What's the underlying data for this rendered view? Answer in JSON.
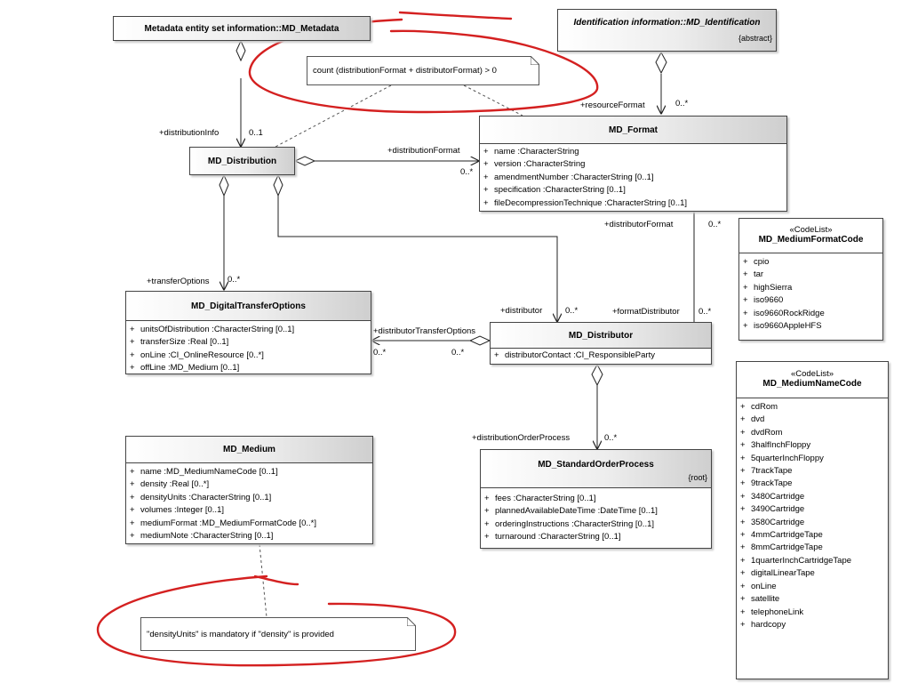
{
  "classes": {
    "md_metadata": {
      "name": "Metadata entity set information::MD_Metadata"
    },
    "md_identification": {
      "name": "Identification information::MD_Identification",
      "tag": "{abstract}"
    },
    "md_distribution": {
      "name": "MD_Distribution"
    },
    "md_format": {
      "name": "MD_Format",
      "attrs": [
        "name  :CharacterString",
        "version  :CharacterString",
        "amendmentNumber  :CharacterString [0..1]",
        "specification  :CharacterString [0..1]",
        "fileDecompressionTechnique  :CharacterString [0..1]"
      ]
    },
    "md_digital_transfer_options": {
      "name": "MD_DigitalTransferOptions",
      "attrs": [
        "unitsOfDistribution  :CharacterString [0..1]",
        "transferSize  :Real [0..1]",
        "onLine  :CI_OnlineResource [0..*]",
        "offLine  :MD_Medium [0..1]"
      ]
    },
    "md_distributor": {
      "name": "MD_Distributor",
      "attrs": [
        "distributorContact  :CI_ResponsibleParty"
      ]
    },
    "md_medium_format_code": {
      "stereotype": "«CodeList»",
      "name": "MD_MediumFormatCode",
      "attrs": [
        "cpio",
        "tar",
        "highSierra",
        "iso9660",
        "iso9660RockRidge",
        "iso9660AppleHFS"
      ]
    },
    "md_medium_name_code": {
      "stereotype": "«CodeList»",
      "name": "MD_MediumNameCode",
      "attrs": [
        "cdRom",
        "dvd",
        "dvdRom",
        "3halfInchFloppy",
        "5quarterInchFloppy",
        "7trackTape",
        "9trackTape",
        "3480Cartridge",
        "3490Cartridge",
        "3580Cartridge",
        "4mmCartridgeTape",
        "8mmCartridgeTape",
        "1quarterInchCartridgeTape",
        "digitalLinearTape",
        "onLine",
        "satellite",
        "telephoneLink",
        "hardcopy"
      ]
    },
    "md_medium": {
      "name": "MD_Medium",
      "attrs": [
        "name  :MD_MediumNameCode [0..1]",
        "density  :Real [0..*]",
        "densityUnits  :CharacterString [0..1]",
        "volumes  :Integer [0..1]",
        "mediumFormat  :MD_MediumFormatCode [0..*]",
        "mediumNote  :CharacterString [0..1]"
      ]
    },
    "md_standard_order_process": {
      "name": "MD_StandardOrderProcess",
      "tag": "{root}",
      "attrs": [
        "fees  :CharacterString [0..1]",
        "plannedAvailableDateTime  :DateTime [0..1]",
        "orderingInstructions  :CharacterString [0..1]",
        "turnaround  :CharacterString [0..1]"
      ]
    }
  },
  "visibility_symbol": "+",
  "notes": {
    "format_constraint": "count (distributionFormat + distributorFormat) > 0",
    "density_constraint": "\"densityUnits\" is mandatory if \"density\" is provided"
  },
  "labels": {
    "distribution_info": "+distributionInfo",
    "distribution_info_mult": "0..1",
    "resource_format": "+resourceFormat",
    "resource_format_mult": "0..*",
    "distribution_format": "+distributionFormat",
    "distribution_format_mult": "0..*",
    "distributor_format": "+distributorFormat",
    "distributor_format_mult": "0..*",
    "transfer_options": "+transferOptions",
    "transfer_options_mult": "0..*",
    "distributor": "+distributor",
    "distributor_mult": "0..*",
    "format_distributor": "+formatDistributor",
    "format_distributor_mult": "0..*",
    "distributor_transfer_options": "+distributorTransferOptions",
    "dto_left_mult": "0..*",
    "dto_right_mult": "0..*",
    "distribution_order_process": "+distributionOrderProcess",
    "distribution_order_process_mult": "0..*"
  },
  "colors": {
    "annotation": "#d42020",
    "line": "#222222"
  }
}
